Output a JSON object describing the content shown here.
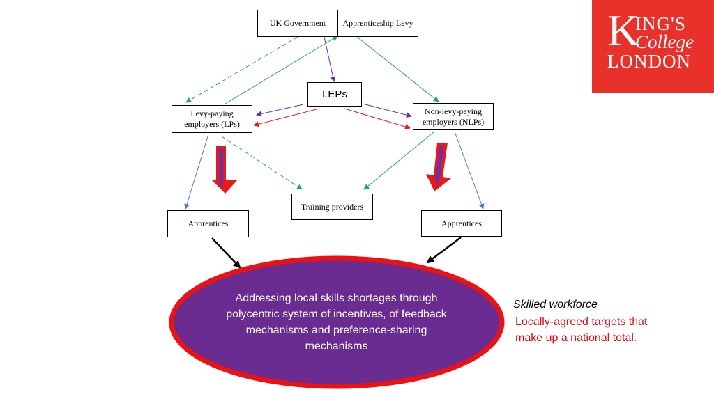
{
  "nodes": {
    "uk_government": "UK Government",
    "apprenticeship_levy": "Apprenticeship Levy",
    "leps": "LEPs",
    "levy_paying": "Levy-paying employers (LPs)",
    "non_levy_paying": "Non-levy-paying employers (NLPs)",
    "training_providers": "Training providers",
    "apprentices_left": "Apprentices",
    "apprentices_right": "Apprentices"
  },
  "outcome": {
    "text": "Addressing local skills shortages through polycentric system of incentives, of feedback mechanisms and preference-sharing mechanisms",
    "fill_color": "#6a2c91",
    "border_color": "#ee1111"
  },
  "side_note": {
    "title": "Skilled workforce",
    "text": "Locally-agreed targets that make up a national total.",
    "color": "#e8080f"
  },
  "logo": {
    "line1": "ING'S",
    "initial": "K",
    "line2": "College",
    "line3": "LONDON",
    "color": "#e8312a"
  },
  "colors": {
    "green": "#1aab5a",
    "purple": "#7030a0",
    "red": "#e8191b",
    "blue": "#4f7ac9",
    "black": "#000000"
  }
}
